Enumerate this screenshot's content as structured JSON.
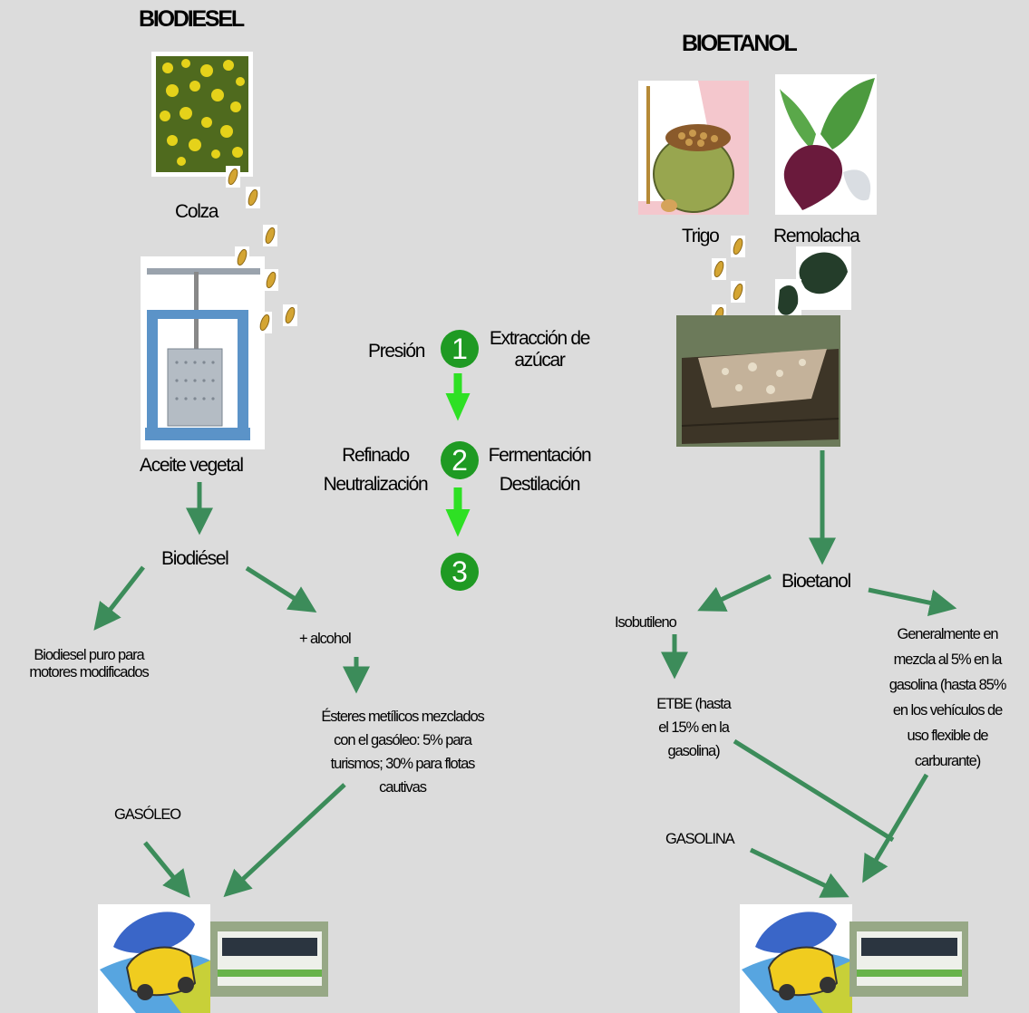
{
  "biodiesel": {
    "title": "BIODIESEL",
    "colza": "Colza",
    "aceite": "Aceite vegetal",
    "biodiesel_node": "Biodiésel",
    "puro_line1": "Biodiesel puro para",
    "puro_line2": "motores modificados",
    "alcohol": "+ alcohol",
    "esteres_lines": [
      "Ésteres metílicos mezclados",
      "con el gasóleo: 5% para",
      "turismos; 30% para flotas",
      "cautivas"
    ],
    "gasoleo": "GASÓLEO"
  },
  "process": {
    "step1": {
      "number": "1",
      "left": "Presión",
      "right_line1": "Extracción de",
      "right_line2": "azúcar"
    },
    "step2": {
      "number": "2",
      "left_line1": "Refinado",
      "left_line2": "Neutralización",
      "right_line1": "Fermentación",
      "right_line2": "Destilación"
    },
    "step3": {
      "number": "3"
    }
  },
  "bioetanol": {
    "title": "BIOETANOL",
    "trigo": "Trigo",
    "remolacha": "Remolacha",
    "bioetanol_node": "Bioetanol",
    "isobutileno": "Isobutileno",
    "etbe_lines": [
      "ETBE (hasta",
      "el 15% en la",
      "gasolina)"
    ],
    "mezcla_lines": [
      "Generalmente en",
      "mezcla al 5% en la",
      "gasolina  (hasta 85%",
      "en los vehículos de",
      "uso flexible de",
      "carburante)"
    ],
    "gasolina": "GASOLINA"
  },
  "colors": {
    "arrow_green": "#3c8c5a",
    "bright_arrow": "#2ee024",
    "step_circle": "#1f9a23"
  }
}
